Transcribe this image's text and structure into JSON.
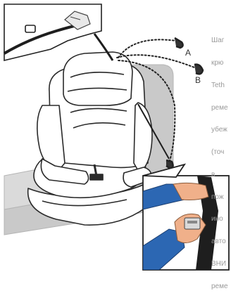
{
  "labels": {
    "point_a": "A",
    "point_b": "B"
  },
  "instruction_lines": [
    "Шаг",
    "крю",
    "Teth",
    "реме",
    "убеж",
    "(точ",
    "в",
    "пож",
    "ино",
    "авто",
    "ВНИ",
    "реме"
  ],
  "colors": {
    "platform": "#d6d6d6",
    "seat_back_panel": "#c8c8c8",
    "sleeve_blue": "#2c67b3",
    "skin": "#f0b08a",
    "strap": "#1e1e1e",
    "text": "#9a9a9a"
  }
}
